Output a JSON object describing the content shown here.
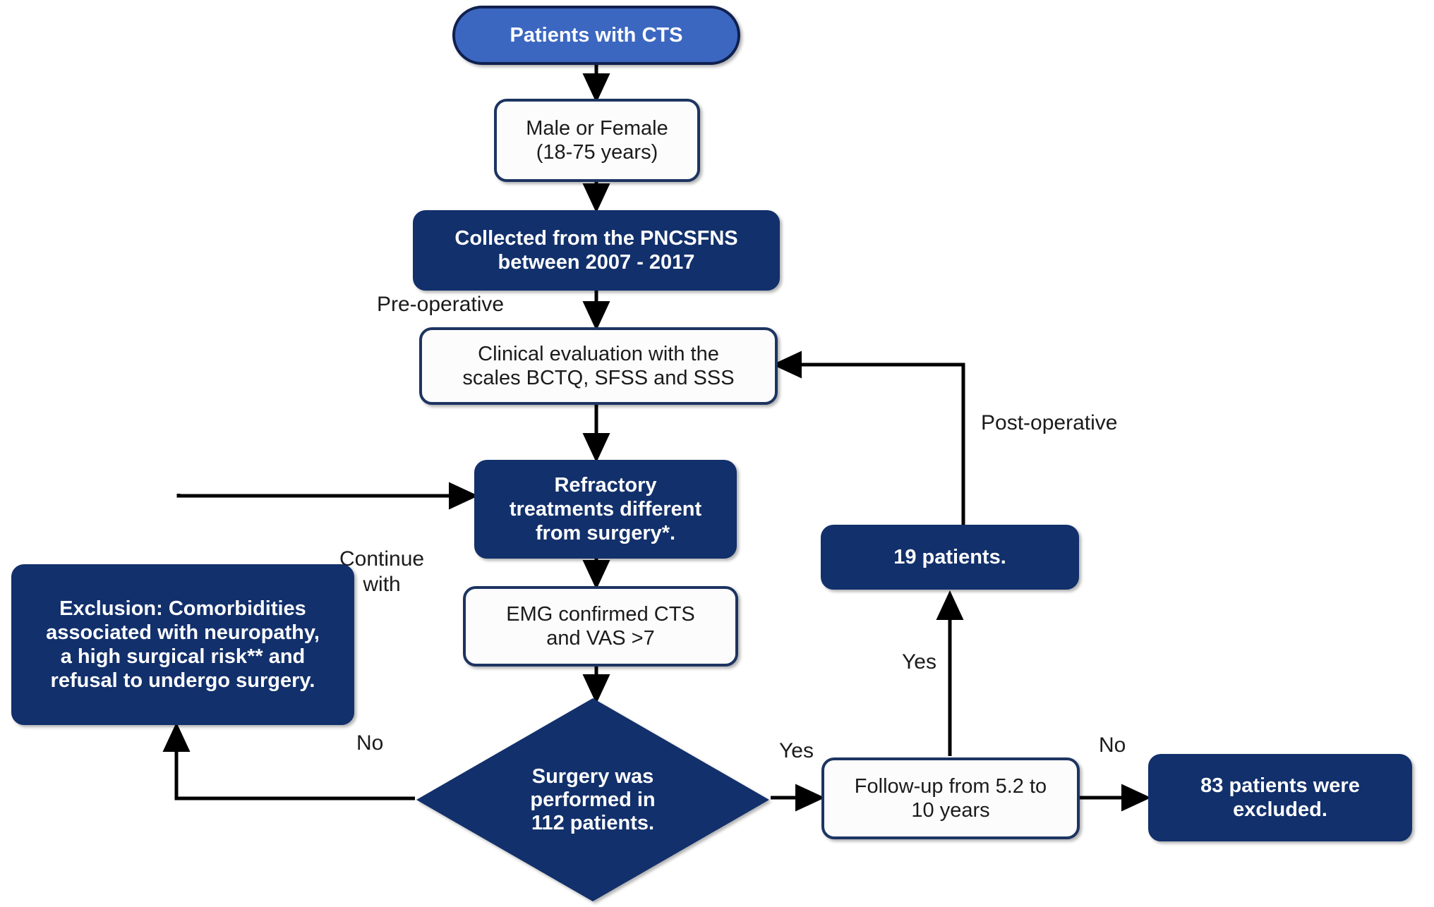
{
  "figure": {
    "type": "flowchart",
    "title": "Patients with CTS study flow diagram",
    "colors": {
      "pill_fill": "#3c67c0",
      "navy_fill": "#12306b",
      "white_fill": "#fcfcfc",
      "border_navy": "#1d3461",
      "border_dark": "#10204f",
      "text_light": "#ffffff",
      "text_dark": "#1b1b1b",
      "edge": "#000000",
      "background": "#ffffff"
    }
  },
  "nodes": {
    "start": {
      "label": "Patients with CTS",
      "shape": "pill",
      "style": "blue"
    },
    "eligibility": {
      "label": "Male or Female\n(18-75 years)",
      "shape": "rounded-rect",
      "style": "white"
    },
    "source": {
      "label": "Collected from the PNCSFNS\nbetween 2007 - 2017",
      "shape": "rounded-rect",
      "style": "navy"
    },
    "clinical_evaluation": {
      "label": "Clinical evaluation with the\nscales BCTQ, SFSS and SSS",
      "shape": "rounded-rect",
      "style": "white"
    },
    "refractory": {
      "label": "Refractory\ntreatments different\nfrom surgery*.",
      "shape": "rounded-rect",
      "style": "navy"
    },
    "emg": {
      "label": "EMG confirmed CTS\nand VAS >7",
      "shape": "rounded-rect",
      "style": "white"
    },
    "exclusion": {
      "label": "Exclusion: Comorbidities\nassociated with neuropathy,\na high surgical risk** and\nrefusal to undergo surgery.",
      "shape": "rounded-rect",
      "style": "navy"
    },
    "surgery_decision": {
      "label": "Surgery was\nperformed in\n112 patients.",
      "shape": "diamond",
      "style": "navy"
    },
    "followup": {
      "label": "Follow-up from 5.2 to\n10 years",
      "shape": "rounded-rect",
      "style": "white"
    },
    "nineteen": {
      "label": "19 patients.",
      "shape": "rounded-rect",
      "style": "navy"
    },
    "excluded": {
      "label": "83 patients were\nexcluded.",
      "shape": "rounded-rect",
      "style": "navy"
    }
  },
  "edge_labels": {
    "pre_operative": "Pre-operative",
    "post_operative": "Post-operative",
    "continue_with": "Continue\nwith",
    "no_surgery": "No",
    "yes_surgery": "Yes",
    "yes_followup": "Yes",
    "no_followup": "No"
  }
}
